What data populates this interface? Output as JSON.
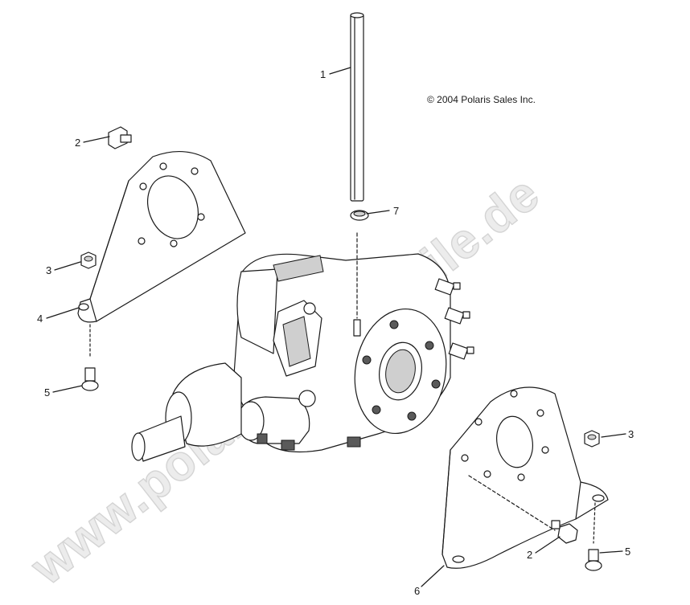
{
  "copyright": "© 2004 Polaris Sales Inc.",
  "watermark": "www.polarisersatzteile.de",
  "callouts": [
    {
      "id": "c1",
      "label": "1"
    },
    {
      "id": "c2a",
      "label": "2"
    },
    {
      "id": "c2b",
      "label": "2"
    },
    {
      "id": "c3a",
      "label": "3"
    },
    {
      "id": "c3b",
      "label": "3"
    },
    {
      "id": "c4",
      "label": "4"
    },
    {
      "id": "c5a",
      "label": "5"
    },
    {
      "id": "c5b",
      "label": "5"
    },
    {
      "id": "c6",
      "label": "6"
    },
    {
      "id": "c7",
      "label": "7"
    }
  ]
}
